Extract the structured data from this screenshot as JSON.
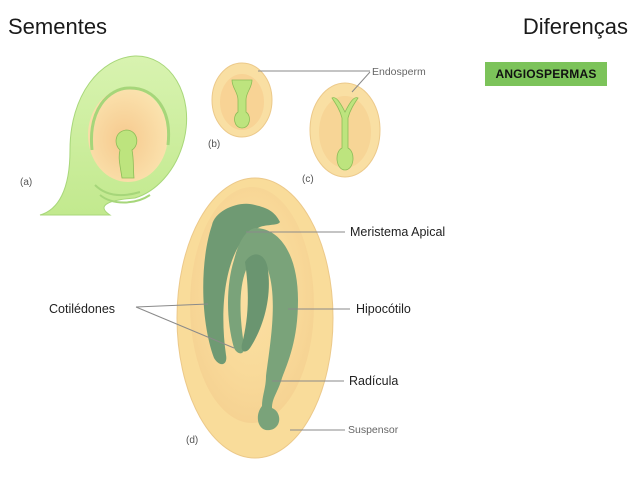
{
  "header": {
    "title_left": "Sementes",
    "title_right": "Diferenças",
    "badge": "ANGIOSPERMAS"
  },
  "figure": {
    "panel_labels": {
      "a": "(a)",
      "b": "(b)",
      "c": "(c)",
      "d": "(d)"
    },
    "labels": {
      "endosperm": "Endosperm",
      "meristema_apical": "Meristema Apical",
      "hipocotilo": "Hipocótilo",
      "radicula": "Radícula",
      "cotiledones": "Cotilédones",
      "suspensor": "Suspensor"
    }
  },
  "colors": {
    "badge": "#7cc35a",
    "ovule_green": "#c9ec9a",
    "seed_yellow": "#f8dc96",
    "embryo_green": "#b9e07a",
    "embryo_dark": "#6f9a73"
  }
}
